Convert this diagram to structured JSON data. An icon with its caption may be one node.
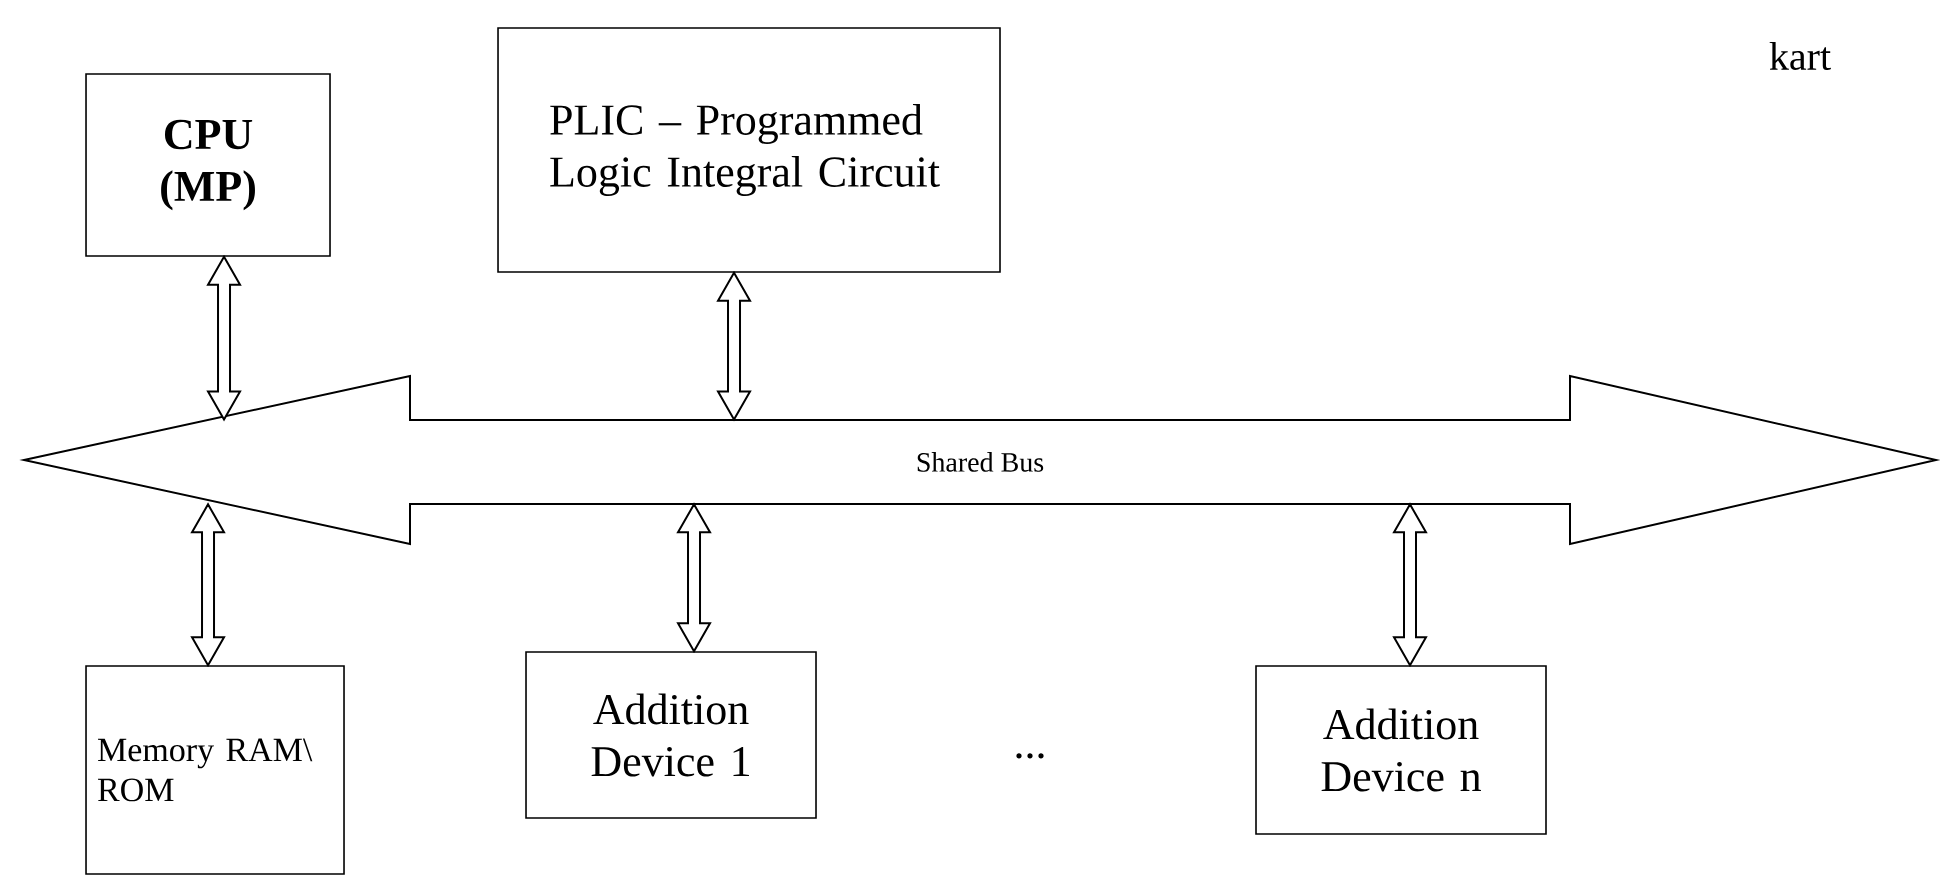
{
  "diagram": {
    "nodes": [
      {
        "text": [
          "CPU (MP)"
        ]
      },
      {
        "text": [
          "PLIC – Programmed Logic Integral Circuit"
        ]
      },
      {
        "text": [
          "Shared Bus"
        ]
      },
      {
        "text": [
          "Memory RAM\\ ROM"
        ]
      },
      {
        "text": [
          "Addition Device 1"
        ]
      },
      {
        "text": [
          "Addition Device n"
        ]
      }
    ],
    "edges": [
      {
        "from": 0,
        "to": 2,
        "arrow": "both"
      },
      {
        "from": 1,
        "to": 2,
        "arrow": "both"
      },
      {
        "from": 3,
        "to": 2,
        "arrow": "both"
      },
      {
        "from": 4,
        "to": 2,
        "arrow": "both"
      },
      {
        "from": 5,
        "to": 2,
        "arrow": "both"
      }
    ],
    "labels": [
      "kart",
      "..."
    ]
  }
}
